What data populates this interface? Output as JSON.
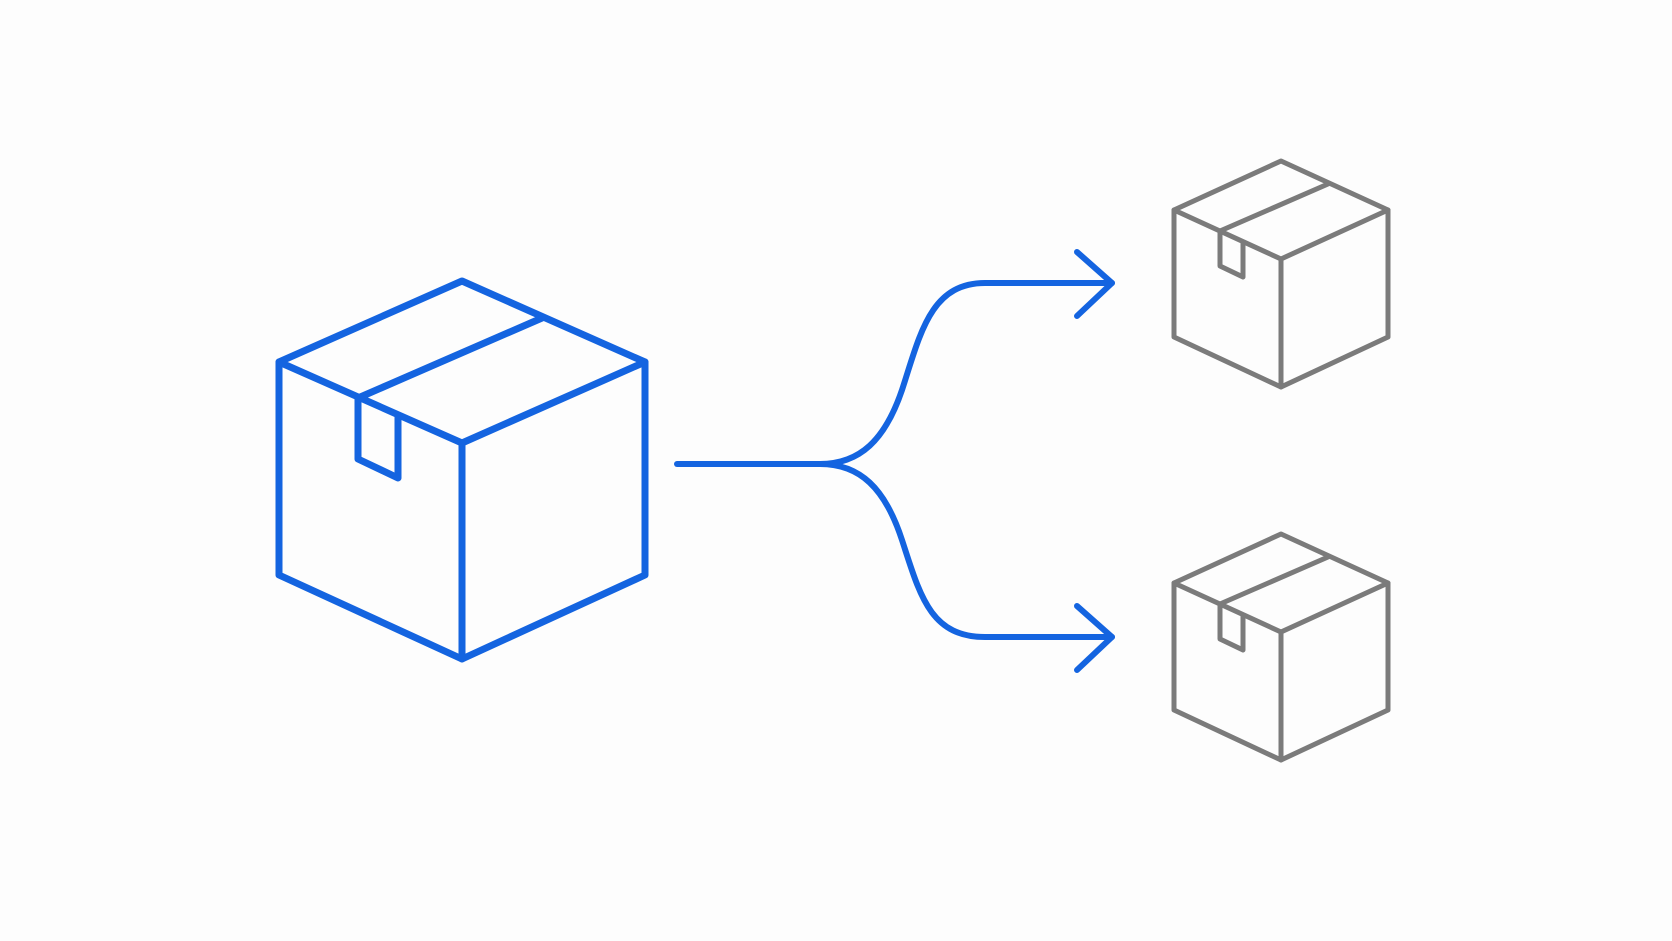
{
  "diagram": {
    "colors": {
      "background": "#fdfdfd",
      "source": "#1464e0",
      "arrows": "#1464e0",
      "targets": "#7b7b7b"
    },
    "nodes": [
      {
        "id": "source-package",
        "icon": "package-icon",
        "role": "source"
      },
      {
        "id": "target-package-top",
        "icon": "package-icon",
        "role": "target"
      },
      {
        "id": "target-package-bottom",
        "icon": "package-icon",
        "role": "target"
      }
    ],
    "edges": [
      {
        "from": "source-package",
        "to": "target-package-top",
        "icon": "arrow-right-icon"
      },
      {
        "from": "source-package",
        "to": "target-package-bottom",
        "icon": "arrow-right-icon"
      }
    ]
  }
}
